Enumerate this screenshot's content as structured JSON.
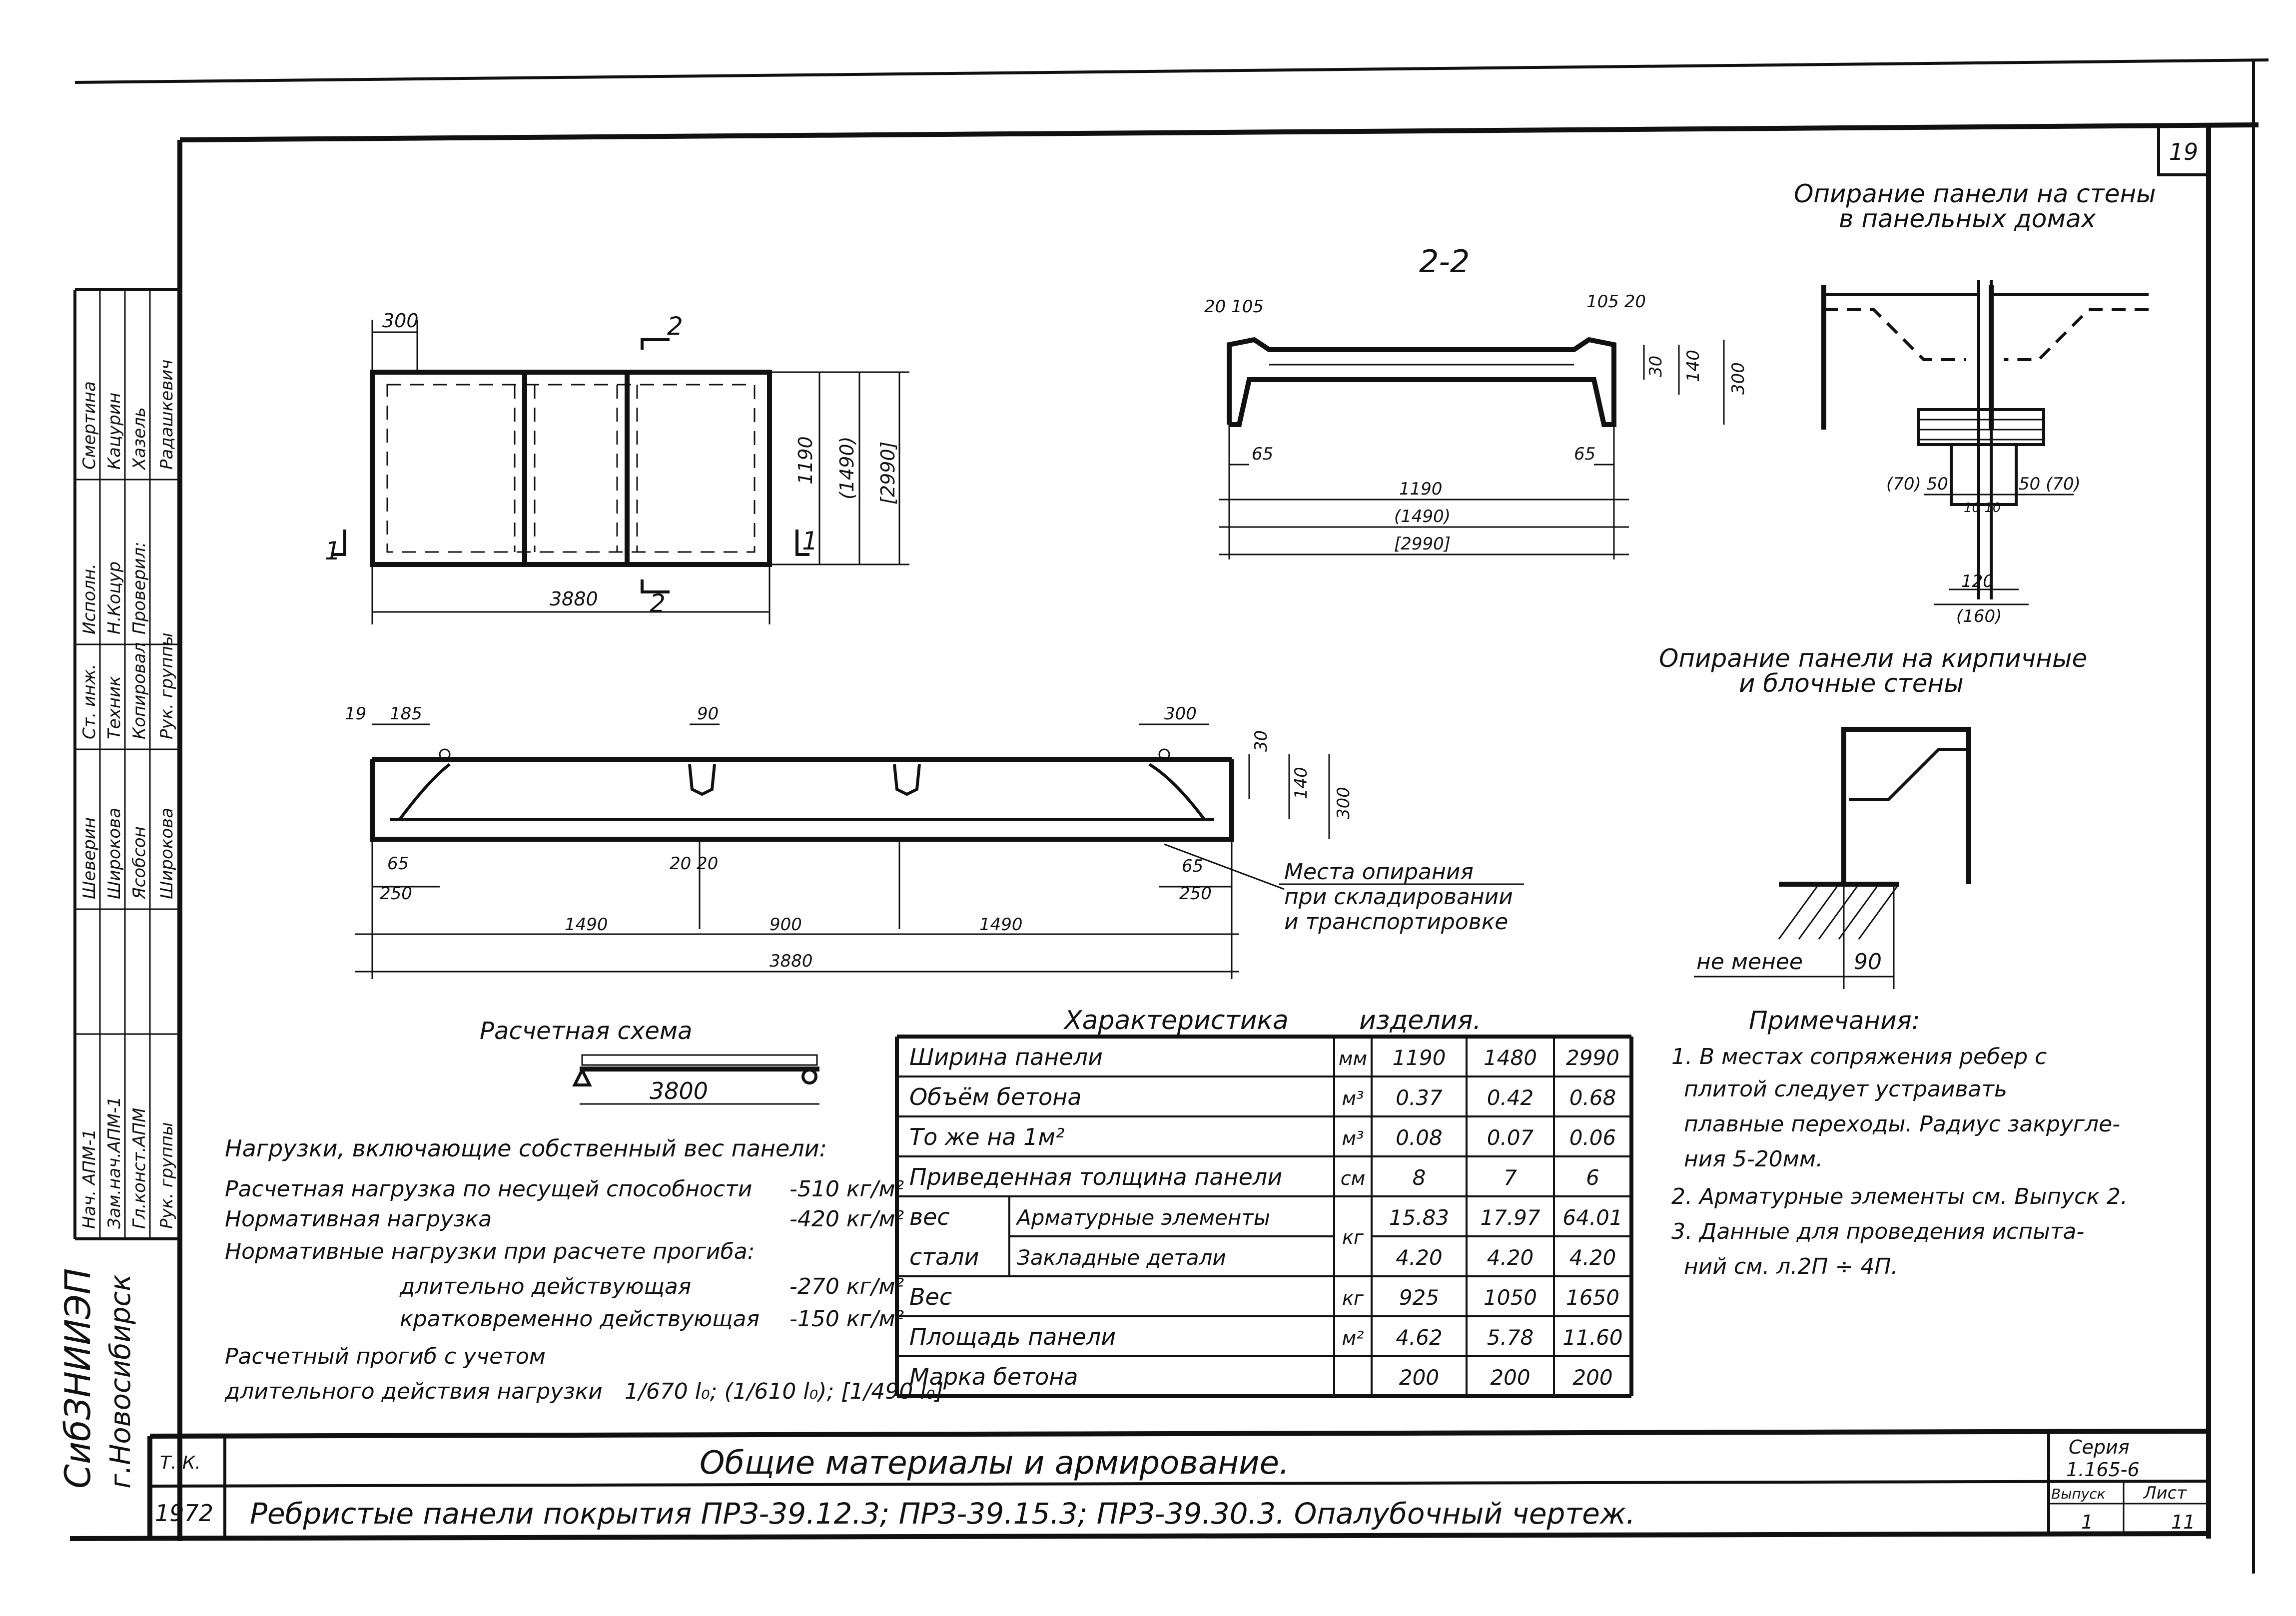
{
  "sheet_no": "19",
  "plan": {
    "dim_300": "300",
    "section_mark": "2",
    "section_left": "1",
    "section_right": "1",
    "dim_1190": "1190",
    "dim_1490": "(1490)",
    "dim_2990": "[2990]",
    "dim_3880": "3880"
  },
  "section22": {
    "title": "2-2",
    "dim_left_top": "20 105",
    "dim_right_top": "105 20",
    "dim_30": "30",
    "dim_140": "140",
    "dim_300": "300",
    "dim_65_left": "65",
    "dim_65_right": "65",
    "dim_1190": "1190",
    "dim_1490": "(1490)",
    "dim_2990": "[2990]"
  },
  "elevation": {
    "dim_19": "19",
    "dim_185": "185",
    "dim_90": "90",
    "dim_300": "300",
    "dim_30": "30",
    "dim_140": "140",
    "dim_300v": "300",
    "dim_65_left": "65",
    "dim_250_left": "250",
    "dim_20_20": "20 20",
    "dim_65_right": "65",
    "dim_250_right": "250",
    "dim_1490_a": "1490",
    "dim_900": "900",
    "dim_1490_b": "1490",
    "dim_3880": "3880",
    "support_note": [
      "Места опирания",
      "при складировании",
      "и транспортировке"
    ]
  },
  "wall_panel": {
    "title": [
      "Опирание панели на стены",
      "в панельных домах"
    ],
    "dim_left": "(70) 50",
    "dim_right": "50 (70)",
    "dim_10": "10 10",
    "dim_120": "120",
    "dim_160": "(160)"
  },
  "wall_brick": {
    "title": [
      "Опирание панели на кирпичные",
      "и блочные стены"
    ],
    "not_less": "не менее",
    "dim_90": "90"
  },
  "calc": {
    "title": "Расчетная схема",
    "span": "3800"
  },
  "loads": {
    "header": "Нагрузки, включающие собственный вес панели:",
    "rows": [
      {
        "label": "Расчетная нагрузка по несущей способности",
        "value": "-510 кг/м²"
      },
      {
        "label": "Нормативная нагрузка",
        "value": "-420 кг/м²"
      },
      {
        "label": "Нормативные нагрузки при расчете прогиба:",
        "value": ""
      },
      {
        "label": "длительно действующая",
        "value": "-270 кг/м²"
      },
      {
        "label": "кратковременно действующая",
        "value": "-150 кг/м²"
      }
    ],
    "deflection_1": "Расчетный прогиб с учетом",
    "deflection_2": "длительного действия нагрузки",
    "deflection_formula": "1/670 l₀; (1/610 l₀); [1/490 l₀]"
  },
  "table": {
    "title_a": "Характеристика",
    "title_b": "изделия.",
    "rows": [
      {
        "name": "Ширина панели",
        "sub": "",
        "unit": "мм",
        "v1": "1190",
        "v2": "1480",
        "v3": "2990"
      },
      {
        "name": "Объём бетона",
        "sub": "",
        "unit": "м³",
        "v1": "0.37",
        "v2": "0.42",
        "v3": "0.68"
      },
      {
        "name": "То же на 1м²",
        "sub": "",
        "unit": "м³",
        "v1": "0.08",
        "v2": "0.07",
        "v3": "0.06"
      },
      {
        "name": "Приведенная толщина панели",
        "sub": "",
        "unit": "см",
        "v1": "8",
        "v2": "7",
        "v3": "6"
      },
      {
        "name": "вес",
        "sub": "Арматурные элементы",
        "unit": "кг",
        "v1": "15.83",
        "v2": "17.97",
        "v3": "64.01"
      },
      {
        "name": "стали",
        "sub": "Закладные детали",
        "unit": "",
        "v1": "4.20",
        "v2": "4.20",
        "v3": "4.20"
      },
      {
        "name": "Вес",
        "sub": "",
        "unit": "кг",
        "v1": "925",
        "v2": "1050",
        "v3": "1650"
      },
      {
        "name": "Площадь панели",
        "sub": "",
        "unit": "м²",
        "v1": "4.62",
        "v2": "5.78",
        "v3": "11.60"
      },
      {
        "name": "Марка бетона",
        "sub": "",
        "unit": "",
        "v1": "200",
        "v2": "200",
        "v3": "200"
      }
    ]
  },
  "notes": {
    "title": "Примечания:",
    "lines": [
      "1. В местах сопряжения ребер с",
      "плитой следует устраивать",
      "плавные переходы. Радиус закругле-",
      "ния 5-20мм.",
      "2. Арматурные элементы см. Выпуск 2.",
      "3. Данные для проведения испыта-",
      "ний см. л.2П ÷ 4П."
    ]
  },
  "stamp": {
    "org_1": "СибЗНИИЭП",
    "org_2": "г.Новосибирск",
    "tk": "Т. К.",
    "year": "1972",
    "title_1": "Общие материалы и армирование.",
    "title_2": "Ребристые панели покрытия ПРЗ-39.12.3; ПРЗ-39.15.3; ПРЗ-39.30.3. Опалубочный чертеж.",
    "series_label": "Серия",
    "series_value": "1.165-6",
    "issue_label": "Выпуск",
    "issue_value": "1",
    "sheet_label": "Лист",
    "sheet_value": "11"
  },
  "side_stamp": {
    "roles": [
      "Нач. АПМ-1",
      "Зам.нач.АПМ-1",
      "Гл.конст.АПМ",
      "Рук. группы"
    ],
    "names_a": [
      "Шеверин",
      "Широкова",
      "Ясобсон",
      "Широкова",
      "Радашкевич"
    ],
    "roles_b": [
      "Ст. инж.",
      "Техник",
      "Копировал",
      "Рук. группы"
    ],
    "names_b": [
      "Исполн.",
      "Н.Коцур",
      "Проверил:"
    ],
    "names_c": [
      "Смертина",
      "Кацурин",
      "Хазель",
      "Радашкевич"
    ]
  }
}
